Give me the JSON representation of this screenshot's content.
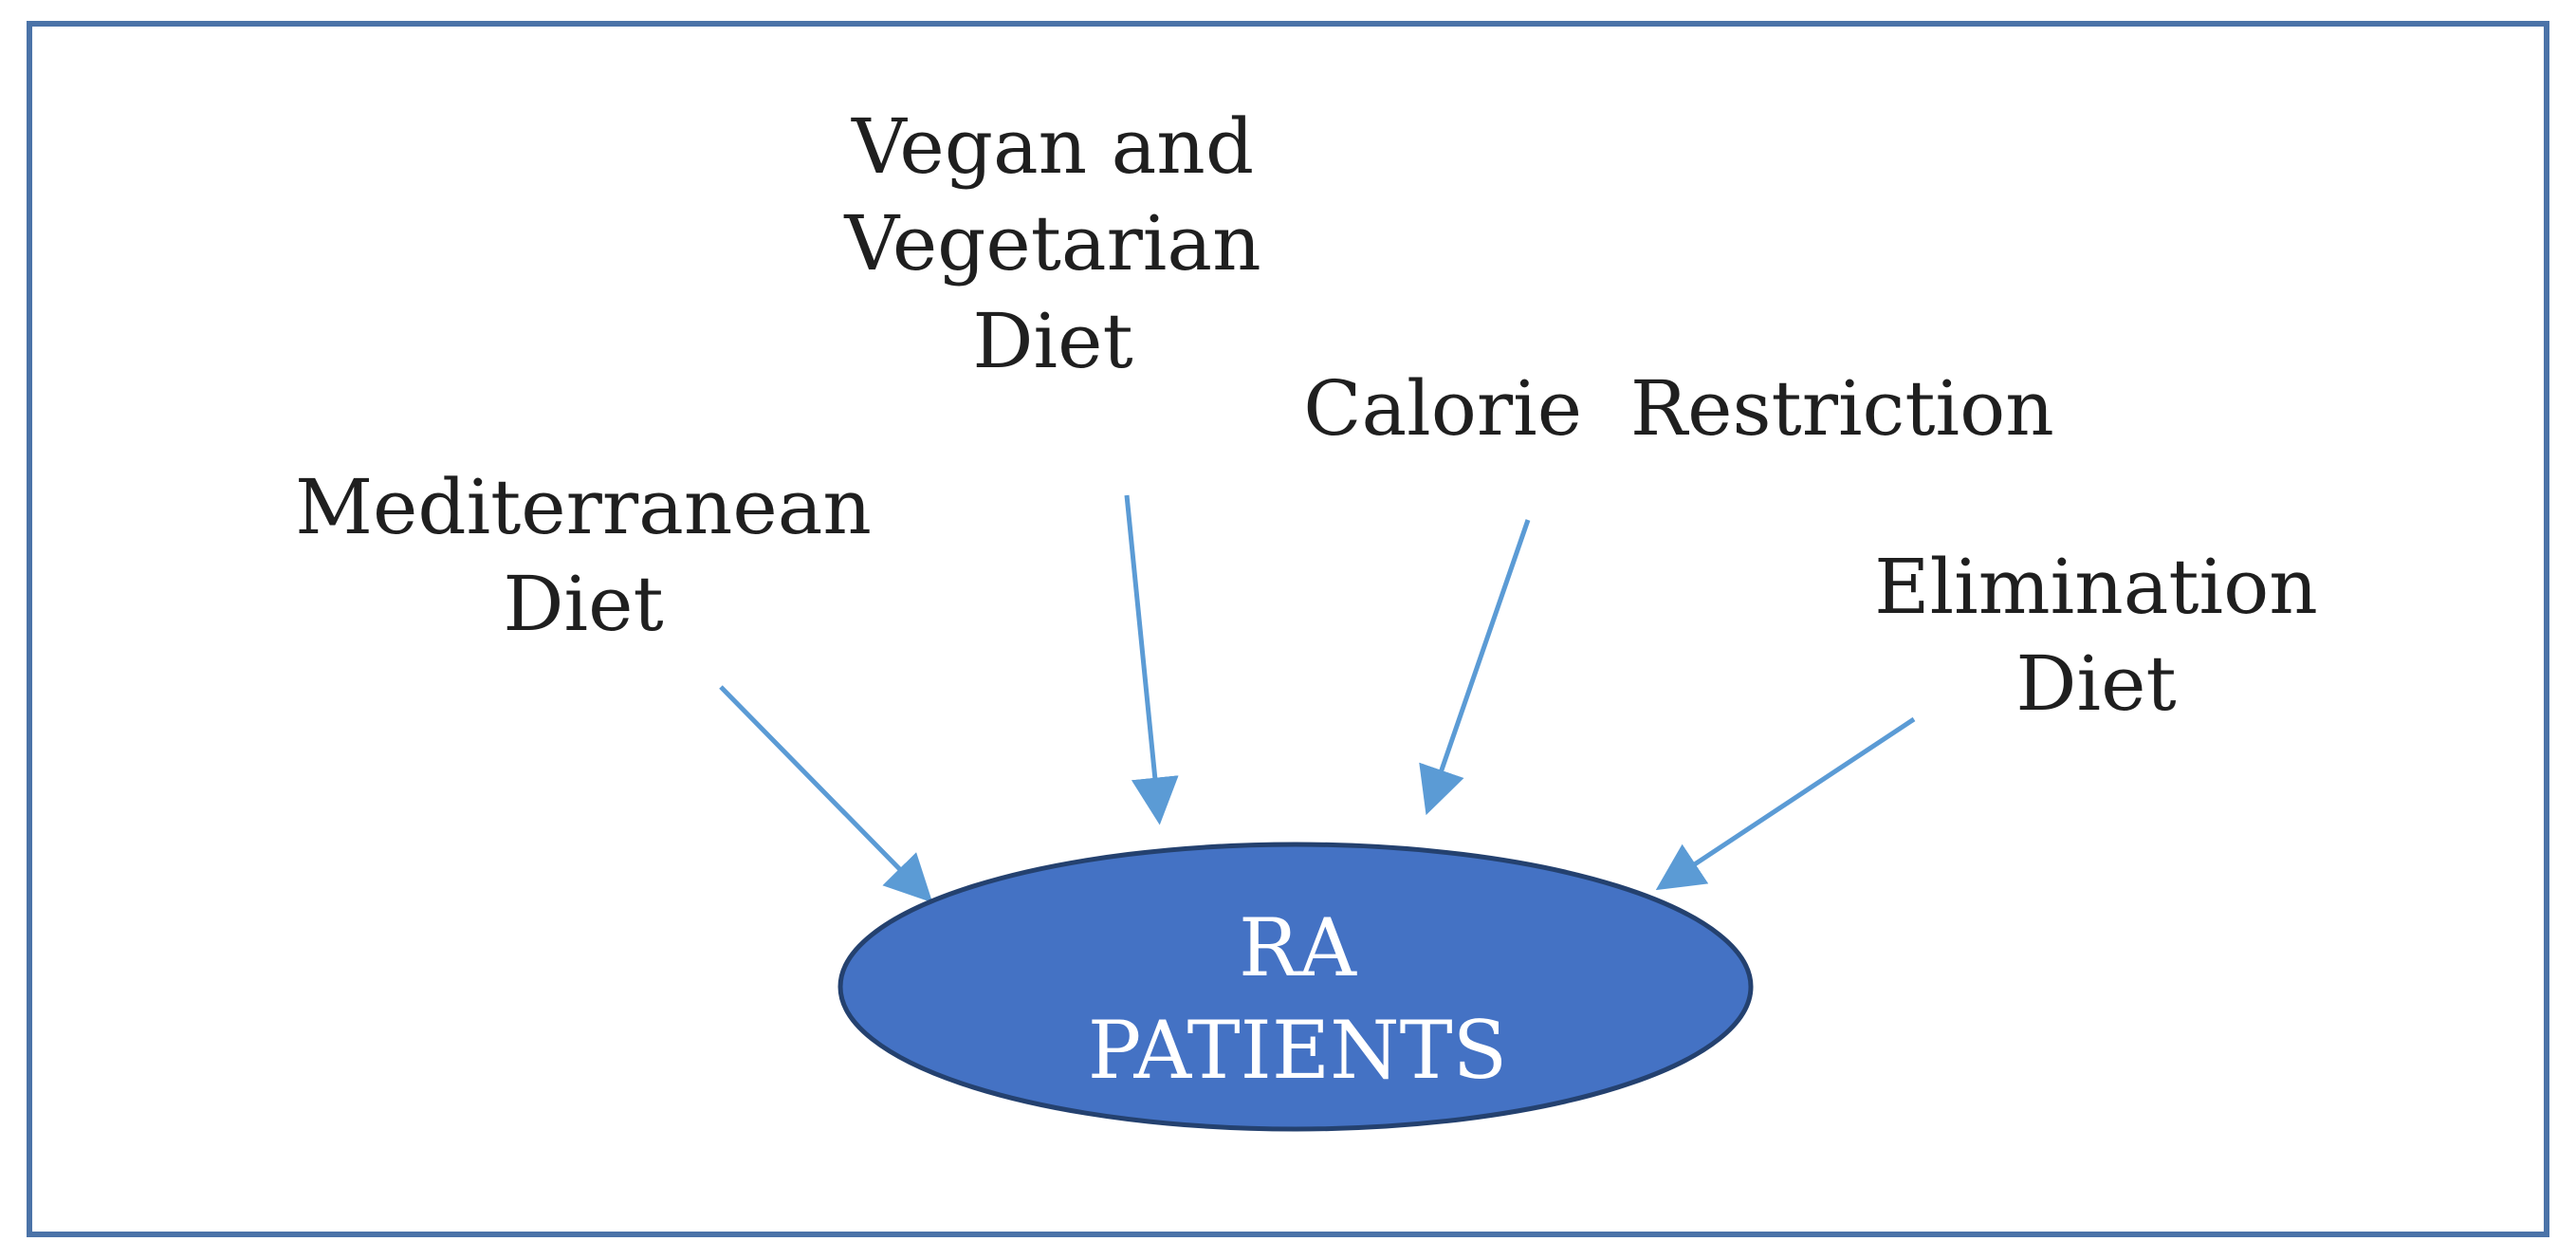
{
  "diagram": {
    "center": {
      "line1": "RA",
      "line2": "PATIENTS"
    },
    "diets": {
      "mediterranean": [
        "Mediterranean",
        "Diet"
      ],
      "vegan": [
        "Vegan and",
        "Vegetarian",
        "Diet"
      ],
      "calorie": [
        "Calorie  Restriction"
      ],
      "elimination": [
        "Elimination",
        "Diet"
      ]
    },
    "colors": {
      "border": "#4b73a8",
      "ellipse_fill": "#4472c4",
      "ellipse_stroke": "#24416f",
      "arrow": "#5b9bd5",
      "text": "#1f1f1f"
    }
  }
}
